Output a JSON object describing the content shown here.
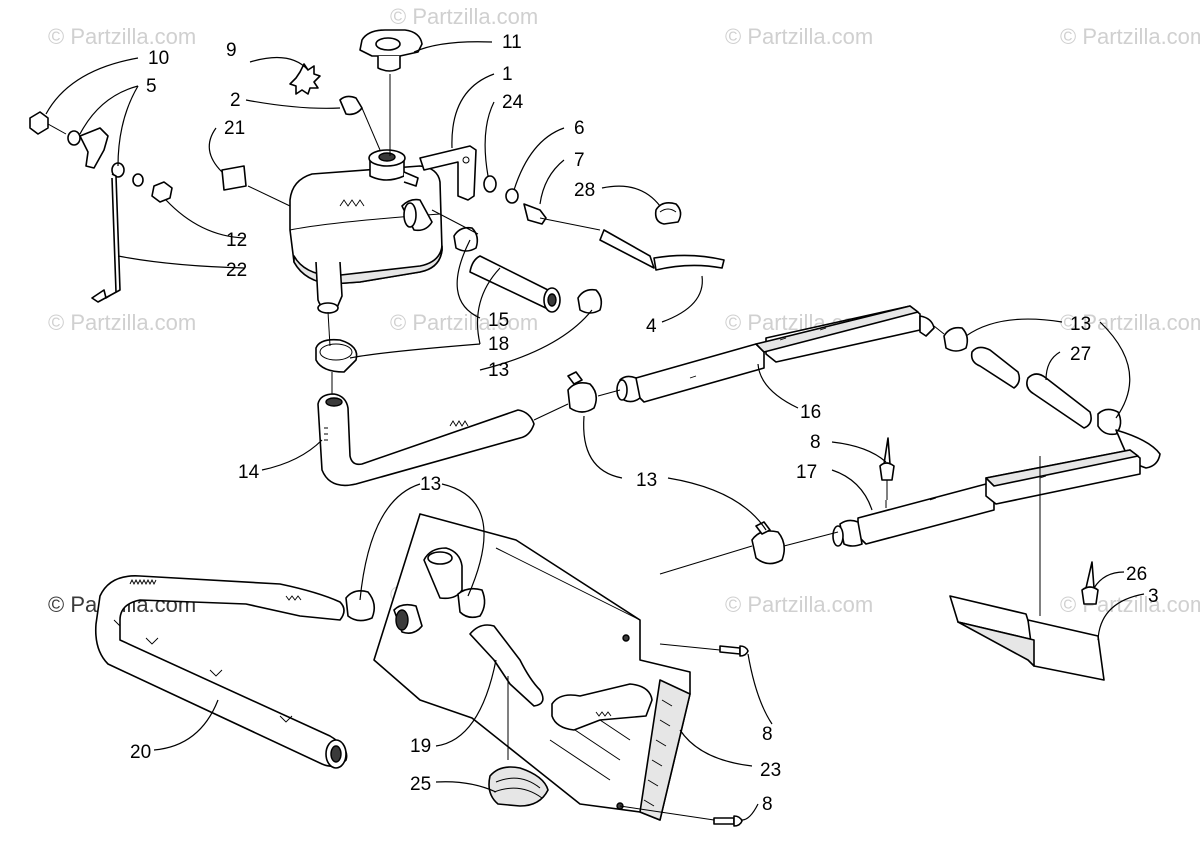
{
  "watermark": {
    "text": "© Partzilla.com"
  },
  "callouts": {
    "c1": "1",
    "c2": "2",
    "c3": "3",
    "c4": "4",
    "c5": "5",
    "c6": "6",
    "c7": "7",
    "c8a": "8",
    "c8b": "8",
    "c8c": "8",
    "c9": "9",
    "c10": "10",
    "c11": "11",
    "c12": "12",
    "c13a": "13",
    "c13b": "13",
    "c13c": "13",
    "c13d": "13",
    "c14": "14",
    "c15": "15",
    "c16": "16",
    "c17": "17",
    "c18": "18",
    "c19": "19",
    "c20": "20",
    "c21": "21",
    "c22": "22",
    "c23": "23",
    "c24": "24",
    "c25": "25",
    "c26": "26",
    "c27": "27",
    "c28": "28"
  }
}
